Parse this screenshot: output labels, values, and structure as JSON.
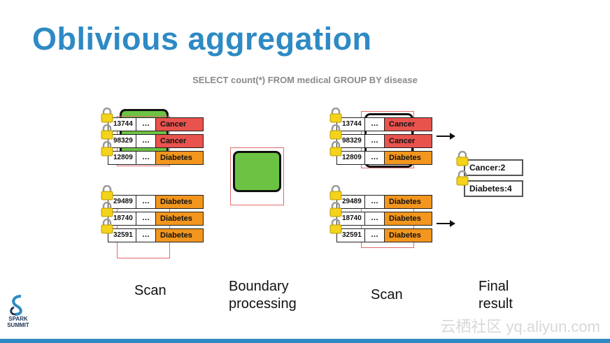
{
  "title": "Oblivious aggregation",
  "query": "SELECT count(*) FROM medical GROUP BY disease",
  "table_top": [
    {
      "id": "13744",
      "dots": "…",
      "disease": "Cancer"
    },
    {
      "id": "98329",
      "dots": "…",
      "disease": "Cancer"
    },
    {
      "id": "12809",
      "dots": "…",
      "disease": "Diabetes"
    }
  ],
  "table_bottom": [
    {
      "id": "29489",
      "dots": "…",
      "disease": "Diabetes"
    },
    {
      "id": "18740",
      "dots": "…",
      "disease": "Diabetes"
    },
    {
      "id": "32591",
      "dots": "…",
      "disease": "Diabetes"
    }
  ],
  "results": [
    "Cancer:2",
    "Diabetes:4"
  ],
  "captions": {
    "scan1": "Scan",
    "boundary": "Boundary\nprocessing",
    "scan2": "Scan",
    "final": "Final\nresult"
  },
  "logo": {
    "line1": "SPARK",
    "line2": "SUMMIT"
  },
  "watermark": "云栖社区 yq.aliyun.com",
  "colors": {
    "title": "#2e8ac4",
    "cancer": "#e8534d",
    "diabetes": "#f2961e",
    "enclave": "#6cc343"
  }
}
